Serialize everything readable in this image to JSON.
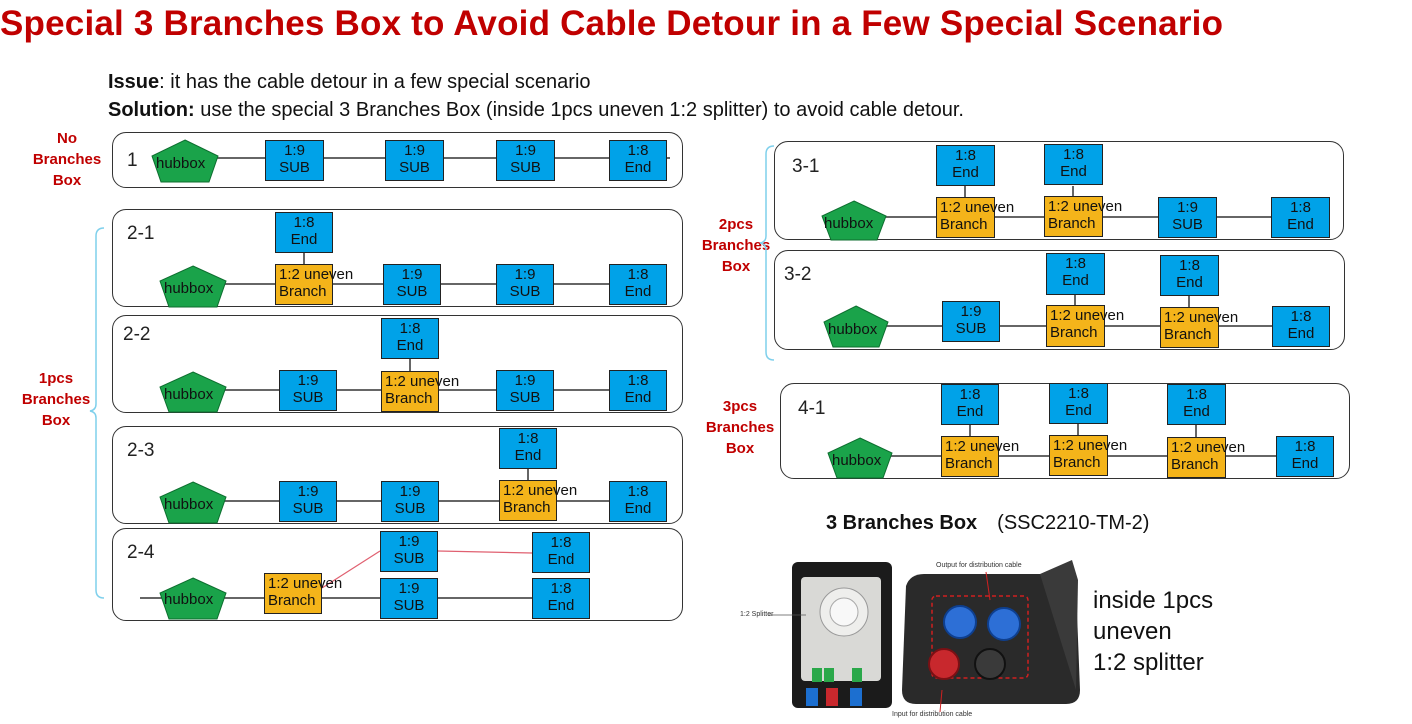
{
  "title": "Special 3 Branches Box to Avoid Cable Detour in a Few Special Scenario",
  "issue": {
    "label": "Issue",
    "text": ": it has the cable detour in a few special scenario"
  },
  "solution": {
    "label": "Solution:",
    "text": " use the special 3 Branches Box (inside 1pcs uneven 1:2 splitter) to avoid cable detour."
  },
  "group_labels": {
    "no_branches": [
      "No",
      "Branches",
      "Box"
    ],
    "one_pcs": [
      "1pcs",
      "Branches",
      "Box"
    ],
    "two_pcs": [
      "2pcs",
      "Branches",
      "Box"
    ],
    "three_pcs": [
      "3pcs",
      "Branches",
      "Box"
    ]
  },
  "node_text": {
    "hubbox": "hubbox",
    "ratio_sub": "1:9",
    "sub": "SUB",
    "ratio_end": "1:8",
    "end": "End",
    "uneven": "1:2 uneven",
    "uneven_alt": "1:2  uneven",
    "branch": "Branch"
  },
  "panels": [
    "1",
    "2-1",
    "2-2",
    "2-3",
    "2-4",
    "3-1",
    "3-2",
    "4-1"
  ],
  "product": {
    "title_bold": "3 Branches Box",
    "model": "(SSC2210-TM-2)",
    "description": [
      "inside 1pcs",
      "uneven",
      "1:2 splitter"
    ],
    "photo_labels": {
      "splitter": "1:2 Splitter",
      "output": "Output for distribution cable",
      "input": "Input for distribution cable"
    }
  },
  "colors": {
    "title": "#c00000",
    "sub_box": "#00a2e8",
    "branch_box": "#f4b41a",
    "hubbox": "#1aa34a"
  }
}
